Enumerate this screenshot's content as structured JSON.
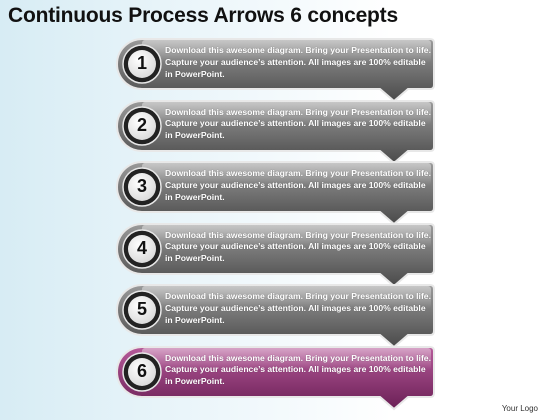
{
  "title": "Continuous Process Arrows 6 concepts",
  "footer": "Your Logo",
  "colors": {
    "gray_top": "#9a9a9a",
    "gray_bottom": "#4a4a4a",
    "accent_top": "#b65a9a",
    "accent_bottom": "#6a1f55"
  },
  "steps": [
    {
      "number": "1",
      "text": "Download this awesome diagram. Bring your Presentation to life. Capture your audience’s attention. All images are 100% editable in PowerPoint.",
      "highlight": false
    },
    {
      "number": "2",
      "text": "Download this awesome diagram. Bring your Presentation to life. Capture your audience’s attention. All images are 100% editable in PowerPoint.",
      "highlight": false
    },
    {
      "number": "3",
      "text": "Download this awesome diagram. Bring your Presentation to life. Capture your audience’s attention. All images are 100% editable in PowerPoint.",
      "highlight": false
    },
    {
      "number": "4",
      "text": "Download this awesome diagram. Bring your Presentation to life. Capture your audience’s attention. All images are 100% editable in PowerPoint.",
      "highlight": false
    },
    {
      "number": "5",
      "text": "Download this awesome diagram. Bring your Presentation to life. Capture your audience’s attention. All images are 100% editable in PowerPoint.",
      "highlight": false
    },
    {
      "number": "6",
      "text": "Download this awesome diagram. Bring your Presentation to life. Capture your audience’s attention. All images are 100% editable in PowerPoint.",
      "highlight": true
    }
  ]
}
